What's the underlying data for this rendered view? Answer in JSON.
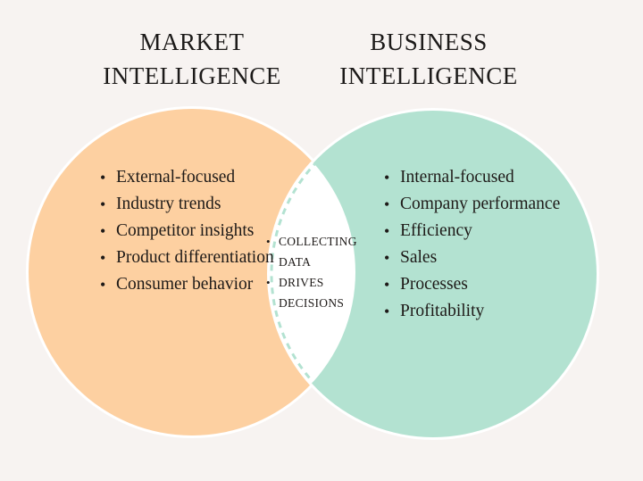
{
  "titles": {
    "left": "MARKET INTELLIGENCE",
    "right": "BUSINESS INTELLIGENCE"
  },
  "colors": {
    "background": "#f7f3f1",
    "left_circle": "#fdd0a1",
    "right_circle": "#b3e2d1",
    "intersection": "#ffffff",
    "text": "#1e1a18"
  },
  "left_circle": {
    "items": [
      "External-focused",
      "Industry trends",
      "Competitor insights",
      "Product differentiation",
      "Consumer behavior"
    ]
  },
  "intersection": {
    "items": [
      "COLLECTING DATA",
      "DRIVES DECISIONS"
    ]
  },
  "right_circle": {
    "items": [
      "Internal-focused",
      "Company performance",
      "Efficiency",
      "Sales",
      "Processes",
      "Profitability"
    ]
  }
}
